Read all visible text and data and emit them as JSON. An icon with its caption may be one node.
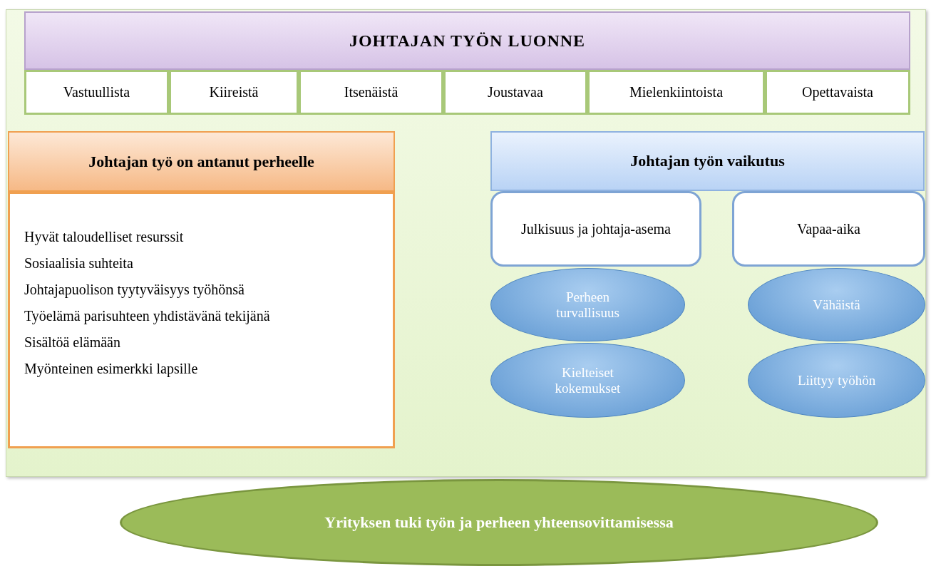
{
  "diagram": {
    "nodes": [
      {
        "text": [],
        "shape": "box"
      },
      {
        "text": [
          "JOHTAJAN TYÖN LUONNE"
        ],
        "in": 0
      },
      {
        "text": [
          "Vastuullista"
        ],
        "in": 0
      },
      {
        "text": [
          "Kiireistä"
        ],
        "in": 0
      },
      {
        "text": [
          "Itsenäistä"
        ],
        "in": 0
      },
      {
        "text": [
          "Joustavaa"
        ],
        "in": 0
      },
      {
        "text": [
          "Mielenkiintoista"
        ],
        "in": 0
      },
      {
        "text": [
          "Opettavaista"
        ],
        "in": 0
      },
      {
        "text": [
          "Johtajan työ on antanut perheelle"
        ],
        "in": 0
      },
      {
        "text": [
          "Hyvät taloudelliset resurssit",
          "Sosiaalisia suhteita",
          "Johtajapuolison tyytyväisyys työhönsä",
          "Työelämä parisuhteen yhdistävänä tekijänä",
          "Sisältöä elämään",
          "Myönteinen esimerkki lapsille"
        ],
        "in": 0
      },
      {
        "text": [
          "Johtajan työn vaikutus"
        ],
        "in": 0
      },
      {
        "text": [
          "Julkisuus ja johtaja-asema"
        ],
        "in": 0
      },
      {
        "text": [
          "Vapaa-aika"
        ],
        "in": 0
      },
      {
        "text": [
          "Perheen turvallisuus"
        ],
        "in": 0
      },
      {
        "text": [
          "Kielteiset kokemukset"
        ],
        "in": 0
      },
      {
        "text": [
          "Vähäistä"
        ],
        "in": 0
      },
      {
        "text": [
          "Liittyy työhön"
        ],
        "in": 0
      },
      {
        "text": [
          "Yrityksen tuki työn ja perheen yhteensovittamisessa"
        ]
      }
    ]
  }
}
